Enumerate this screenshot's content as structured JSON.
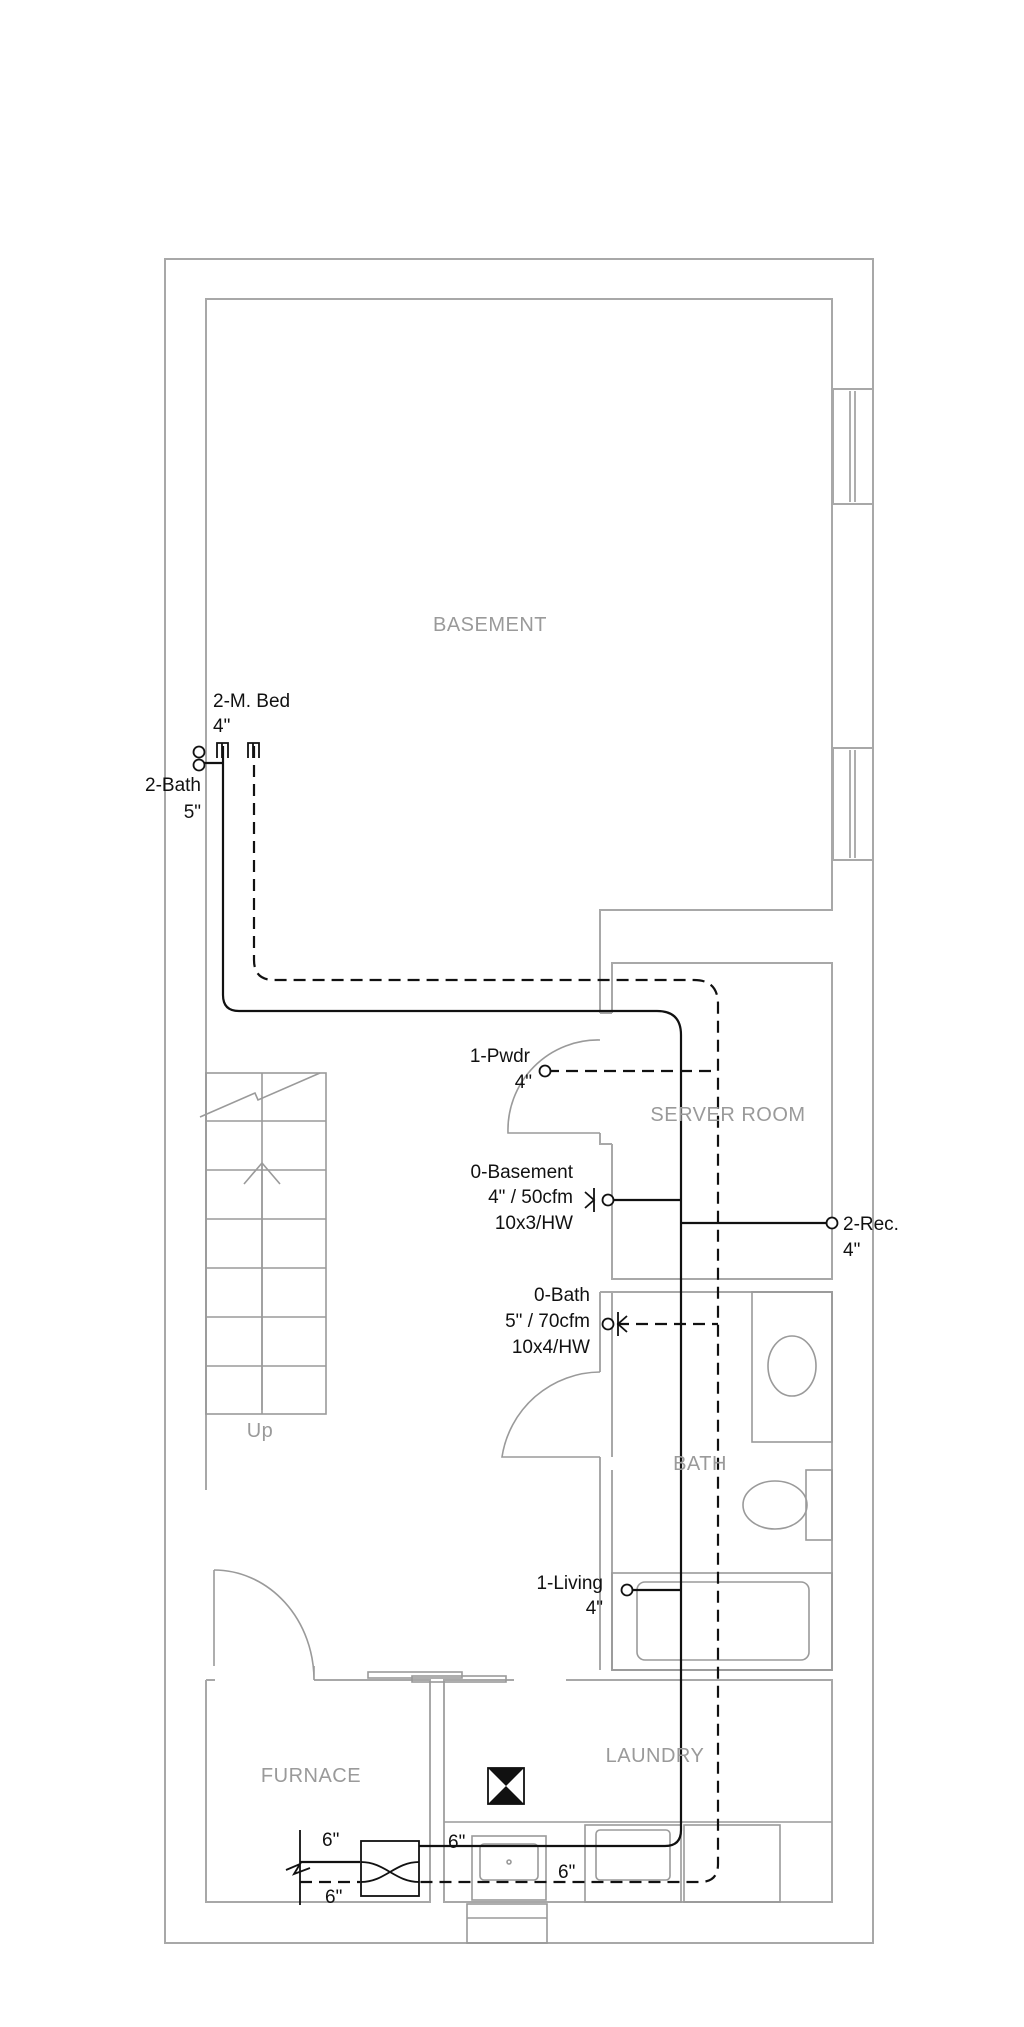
{
  "rooms": {
    "basement": "BASEMENT",
    "server_room": "SERVER ROOM",
    "bath": "BATH",
    "laundry": "LAUNDRY",
    "furnace": "FURNACE",
    "stair_up": "Up"
  },
  "registers": {
    "m_bed": {
      "name": "2-M. Bed",
      "size": "4\""
    },
    "bath2": {
      "name": "2-Bath",
      "size": "5\""
    },
    "pwdr": {
      "name": "1-Pwdr",
      "size": "4\""
    },
    "basement_fan": {
      "name": "0-Basement",
      "spec": "4\" / 50cfm",
      "outlet": "10x3/HW"
    },
    "rec": {
      "name": "2-Rec.",
      "size": "4\""
    },
    "bath0": {
      "name": "0-Bath",
      "spec": "5\" / 70cfm",
      "outlet": "10x4/HW"
    },
    "living": {
      "name": "1-Living",
      "size": "4\""
    }
  },
  "trunk_sizes": {
    "furnace_top": "6\"",
    "furnace_bottom": "6\"",
    "laundry_left": "6\"",
    "laundry_right": "6\""
  }
}
